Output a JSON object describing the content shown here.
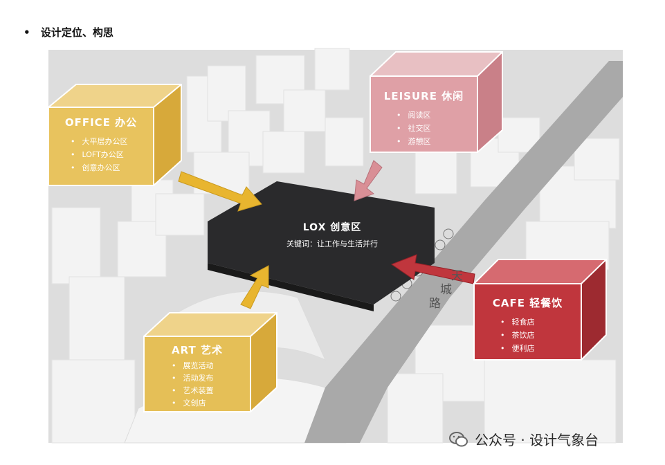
{
  "header": {
    "bullet": "•",
    "text": "设计定位、构思"
  },
  "core": {
    "title": "LOX 创意区",
    "keywords": "关键词：让工作与生活并行"
  },
  "office": {
    "title": "OFFICE 办公",
    "items": [
      "大平层办公区",
      "LOFT办公区",
      "创意办公区"
    ]
  },
  "leisure": {
    "title": "LEISURE 休闲",
    "items": [
      "阅读区",
      "社交区",
      "游憩区"
    ]
  },
  "cafe": {
    "title": "CAFE 轻餐饮",
    "items": [
      "轻食店",
      "茶饮店",
      "便利店"
    ]
  },
  "art": {
    "title": "ART 艺术",
    "items": [
      "展览活动",
      "活动发布",
      "艺术装置",
      "文创店"
    ]
  },
  "road": {
    "chars": [
      "天",
      "城",
      "路"
    ]
  },
  "watermark": {
    "text": "公众号 · 设计气象台"
  },
  "colors": {
    "office": "#e8c35e",
    "leisure": "#d98f96",
    "cafe": "#c0363d",
    "art": "#e5bf57",
    "core": "#2a2a2c",
    "road": "#a9a9a9",
    "ground": "#d8d8d8"
  }
}
